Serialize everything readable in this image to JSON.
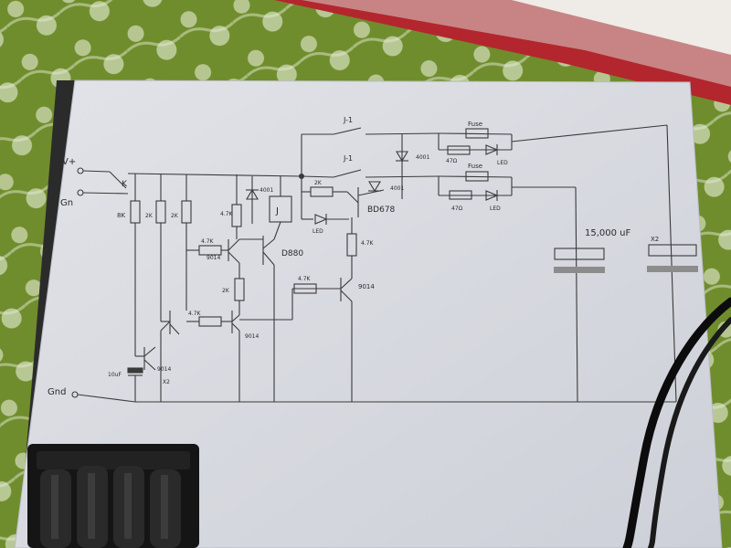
{
  "photo": {
    "colors": {
      "cloth_green": "#6f8d2c",
      "cloth_pattern": "#d8e2c2",
      "paper": "#dcdde3",
      "paper_shadow": "#b9bcc6",
      "ink": "#3a3a3a",
      "folder_red": "#b3262e",
      "holder_black": "#151515",
      "cable_black": "#0c0c0c",
      "cap_grey": "#8c8c8c"
    },
    "background_object": "tablecloth",
    "foreground_objects": [
      "battery-holder",
      "power-cable",
      "red-folder",
      "paper-sheet"
    ]
  },
  "schematic": {
    "labels": {
      "vin_pos": "V+",
      "vin_neg": "Gn",
      "gnd": "Gnd",
      "switch_k": "K",
      "j1_top": "J-1",
      "j1_mid": "J-1",
      "fuse_top": "Fuse",
      "fuse_mid": "Fuse",
      "res_8k": "8K",
      "res_2k_a": "2K",
      "res_2k_b": "2K",
      "res_47k_a": "4.7K",
      "res_47k_b": "4.7K",
      "res_47k_c": "4.7K",
      "res_47k_d": "4.7K",
      "res_2k_c": "2K",
      "res_2k_d": "2K",
      "res_47k_e": "4.7K",
      "res_47k_f": "47Ω",
      "res_47k_g": "47Ω",
      "cap_small": "10uF",
      "cap_big": "15,000 uF",
      "cap_x2": "X2",
      "relay": "J",
      "diode_a": "4001",
      "diode_b": "4001",
      "diode_c": "4001",
      "led_a": "LED",
      "led_b": "LED",
      "led_c": "LED",
      "q_d880": "D880",
      "q_bd678": "BD678",
      "q_9014_a": "9014",
      "q_9014_b": "9014",
      "q_9014_c": "9014",
      "q_9014_d": "9014",
      "q_9014_x2": "X2"
    }
  }
}
